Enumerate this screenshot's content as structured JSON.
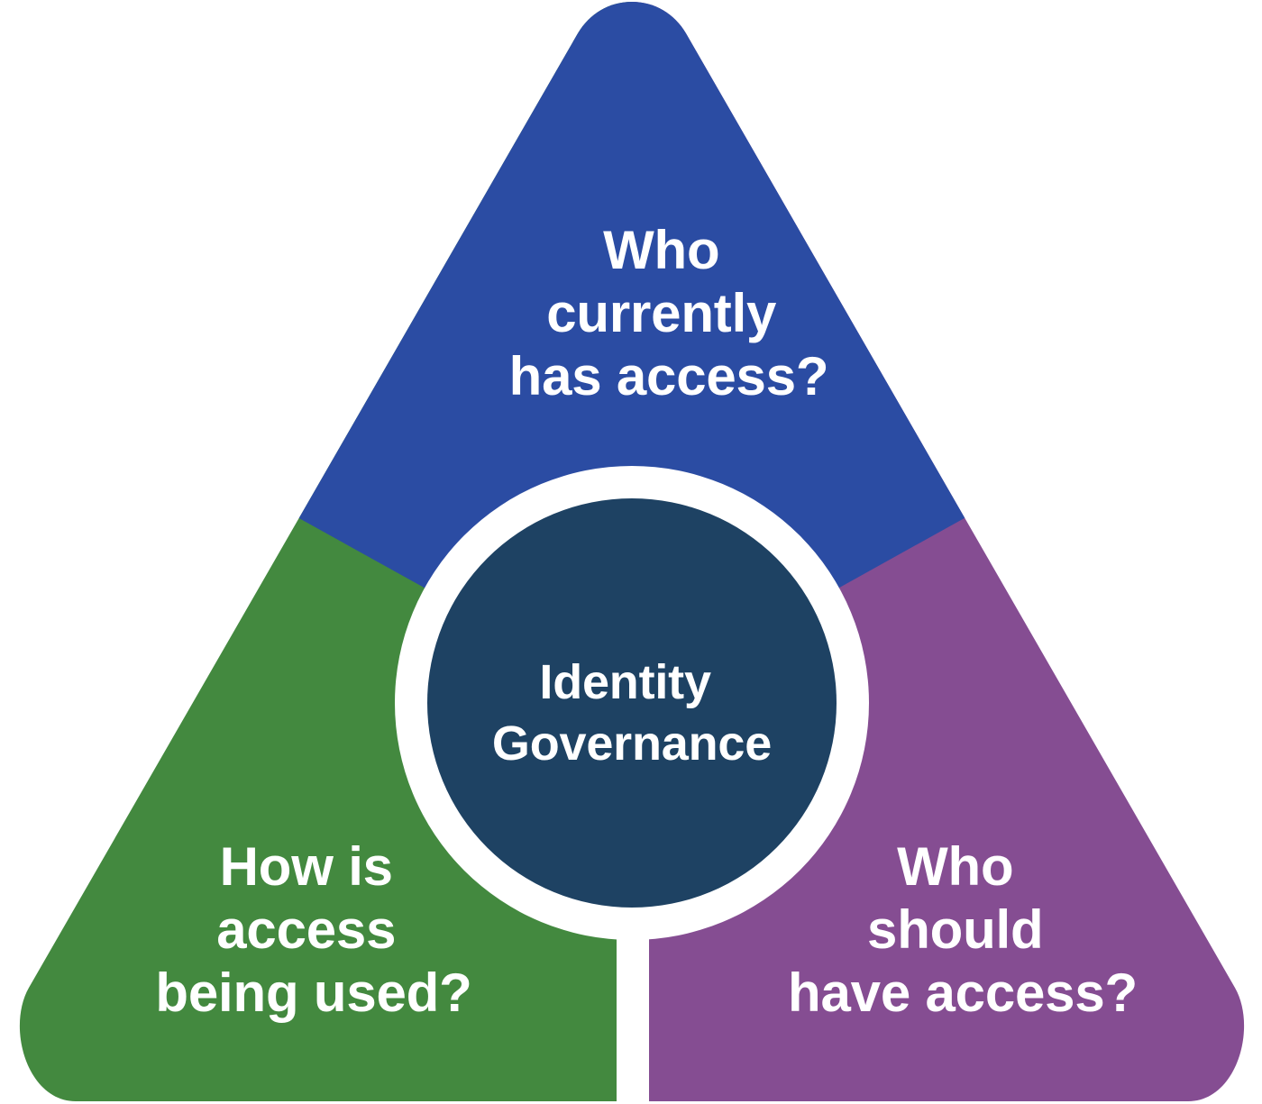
{
  "diagram": {
    "type": "segmented-triangle-with-center-hub",
    "title_visible": false,
    "background_color": "#ffffff",
    "center": {
      "name": "center-hub",
      "shape": "circle",
      "fill_color": "#1E4263",
      "ring_color": "#ffffff",
      "text_color": "#ffffff",
      "lines": [
        "Identity",
        "Governance"
      ],
      "full_text": "Identity Governance"
    },
    "segments": [
      {
        "id": "top",
        "name": "who-currently-has-access",
        "position": "apex",
        "fill_color": "#2B4CA3",
        "text_color": "#ffffff",
        "lines": [
          "Who",
          "currently",
          "has access?"
        ],
        "full_text": "Who currently has access?"
      },
      {
        "id": "left",
        "name": "how-is-access-being-used",
        "position": "bottom-left",
        "fill_color": "#43893F",
        "text_color": "#ffffff",
        "lines": [
          "How is",
          "access",
          "being used?"
        ],
        "full_text": "How is access being used?"
      },
      {
        "id": "right",
        "name": "who-should-have-access",
        "position": "bottom-right",
        "fill_color": "#854D92",
        "text_color": "#ffffff",
        "lines": [
          "Who",
          "should",
          "have access?"
        ],
        "full_text": "Who should have access?"
      }
    ]
  }
}
